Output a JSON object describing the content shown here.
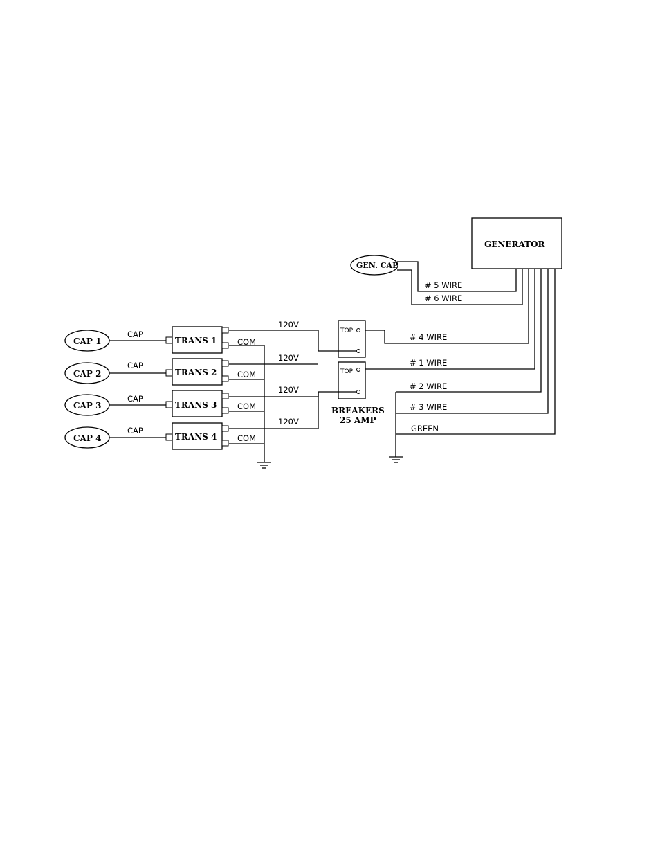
{
  "generator": {
    "label": "GENERATOR"
  },
  "gen_cap": {
    "label": "GEN. CAP"
  },
  "caps": [
    {
      "label": "CAP 1",
      "wire_label": "CAP"
    },
    {
      "label": "CAP 2",
      "wire_label": "CAP"
    },
    {
      "label": "CAP 3",
      "wire_label": "CAP"
    },
    {
      "label": "CAP 4",
      "wire_label": "CAP"
    }
  ],
  "transformers": [
    {
      "label": "TRANS 1",
      "out_label": "120V",
      "com_label": "COM"
    },
    {
      "label": "TRANS 2",
      "out_label": "120V",
      "com_label": "COM"
    },
    {
      "label": "TRANS 3",
      "out_label": "120V",
      "com_label": "COM"
    },
    {
      "label": "TRANS 4",
      "out_label": "120V",
      "com_label": "COM"
    }
  ],
  "breakers": {
    "top_labels": [
      "TOP",
      "TOP"
    ],
    "caption_line1": "BREAKERS",
    "caption_line2": "25 AMP"
  },
  "wires": {
    "w5": "# 5 WIRE",
    "w6": "# 6 WIRE",
    "w4": "# 4 WIRE",
    "w1": "# 1 WIRE",
    "w2": "# 2 WIRE",
    "w3": "# 3 WIRE",
    "green": "GREEN"
  }
}
